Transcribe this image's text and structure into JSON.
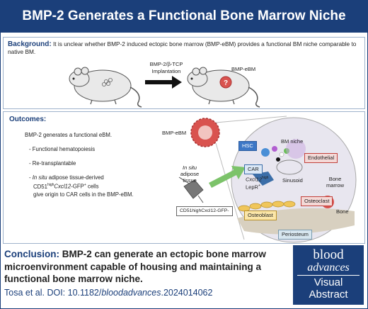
{
  "header": {
    "title": "BMP-2 Generates a Functional Bone Marrow Niche"
  },
  "background": {
    "label": "Background:",
    "text": "It is unclear whether BMP-2 induced ectopic bone marrow (BMP-eBM) provides a functional BM niche comparable to native BM.",
    "arrow_label_1": "BMP-2/β-TCP",
    "arrow_label_2": "Implantation",
    "result_label": "BMP-eBM"
  },
  "outcomes": {
    "label": "Outcomes:",
    "summary": "BMP-2 generates a functional eBM.",
    "item1": "- Functional hematopoiesis",
    "item2": "- Re-transplantable",
    "item3_prefix": "- ",
    "item3_italic": "In situ",
    "item3_rest1": " adipose tissue-derived",
    "item3_line2_a": "CD51",
    "item3_line2_sup1": "high",
    "item3_line2_b": "Cxcl12",
    "item3_line2_c": "-GFP",
    "item3_line2_sup2": "+",
    "item3_line2_d": " cells",
    "item3_line3": "give origin to CAR cells in the BMP-eBM.",
    "diagram": {
      "bmp_ebm": "BMP-eBM",
      "insitu_1": "In situ",
      "insitu_2": "adipose",
      "insitu_3": "tissue",
      "hsc": "HSC",
      "bm_niche": "BM niche",
      "endothelial": "Endothelial",
      "sinusoid": "Sinusoid",
      "car": "CAR",
      "cxcl12": "Cxcl12",
      "cxcl12_sup": "high",
      "lepr": "LepR",
      "lepr_sup": "+",
      "bone_marrow_1": "Bone",
      "bone_marrow_2": "marrow",
      "osteoclast": "Osteoclast",
      "bone": "Bone",
      "cd51_label": "CD51highCxcl12-GFP-",
      "osteoblast": "Osteoblast",
      "periosteum": "Periosteum"
    }
  },
  "conclusion": {
    "label": "Conclusion:",
    "text": "BMP-2 can generate an ectopic bone marrow microenvironment capable of housing and maintaining a functional bone marrow niche."
  },
  "citation": {
    "prefix": "Tosa et al. DOI: 10.1182/",
    "italic": "bloodadvances",
    "suffix": ".2024014062"
  },
  "logo": {
    "line1": "blood",
    "line2": "advances",
    "line3": "Visual",
    "line4": "Abstract"
  },
  "colors": {
    "brand": "#1b3f7a",
    "panel_border": "#9fb3cc",
    "ebm_red": "#d9534f",
    "arrow_green": "#7cc36a"
  }
}
